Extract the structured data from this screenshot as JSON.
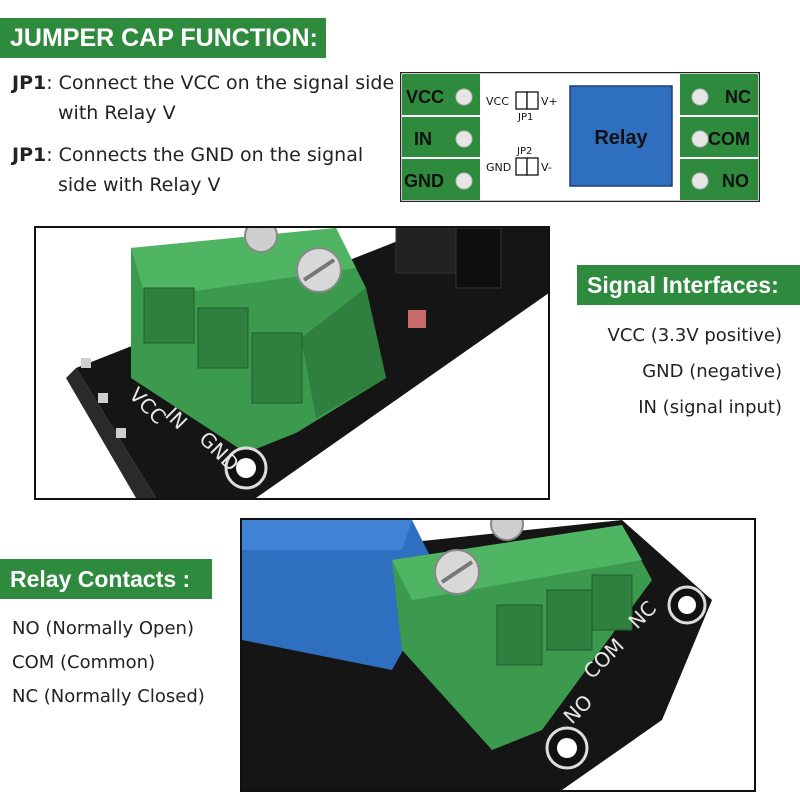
{
  "jumper": {
    "title": "JUMPER CAP FUNCTION:",
    "items": [
      {
        "label": "JP1",
        "line1": ": Connect the VCC on the signal side",
        "line2": "with Relay V"
      },
      {
        "label": "JP1",
        "line1": ": Connects the GND on the signal",
        "line2": "side with Relay V"
      }
    ]
  },
  "schematic": {
    "left_pins": [
      "VCC",
      "IN",
      "GND"
    ],
    "right_pins": [
      "NC",
      "COM",
      "NO"
    ],
    "jp1_left": "VCC",
    "jp1_right": "V+",
    "jp1_label": "JP1",
    "jp2_left": "GND",
    "jp2_right": "V-",
    "jp2_label": "JP2",
    "relay_label": "Relay",
    "colors": {
      "green": "#2e8b3e",
      "relay_blue": "#2f6fc0"
    }
  },
  "signal": {
    "title": "Signal Interfaces:",
    "items": [
      "VCC (3.3V positive)",
      "GND (negative)",
      "IN (signal input)"
    ]
  },
  "relay": {
    "title": "Relay Contacts :",
    "items": [
      "NO (Normally Open)",
      "COM (Common)",
      "NC (Normally Closed)"
    ]
  },
  "photo_signal": {
    "pin_labels": [
      "VCC",
      "IN",
      "GND"
    ]
  },
  "photo_relay": {
    "pin_labels": [
      "NC",
      "COM",
      "NO"
    ]
  }
}
